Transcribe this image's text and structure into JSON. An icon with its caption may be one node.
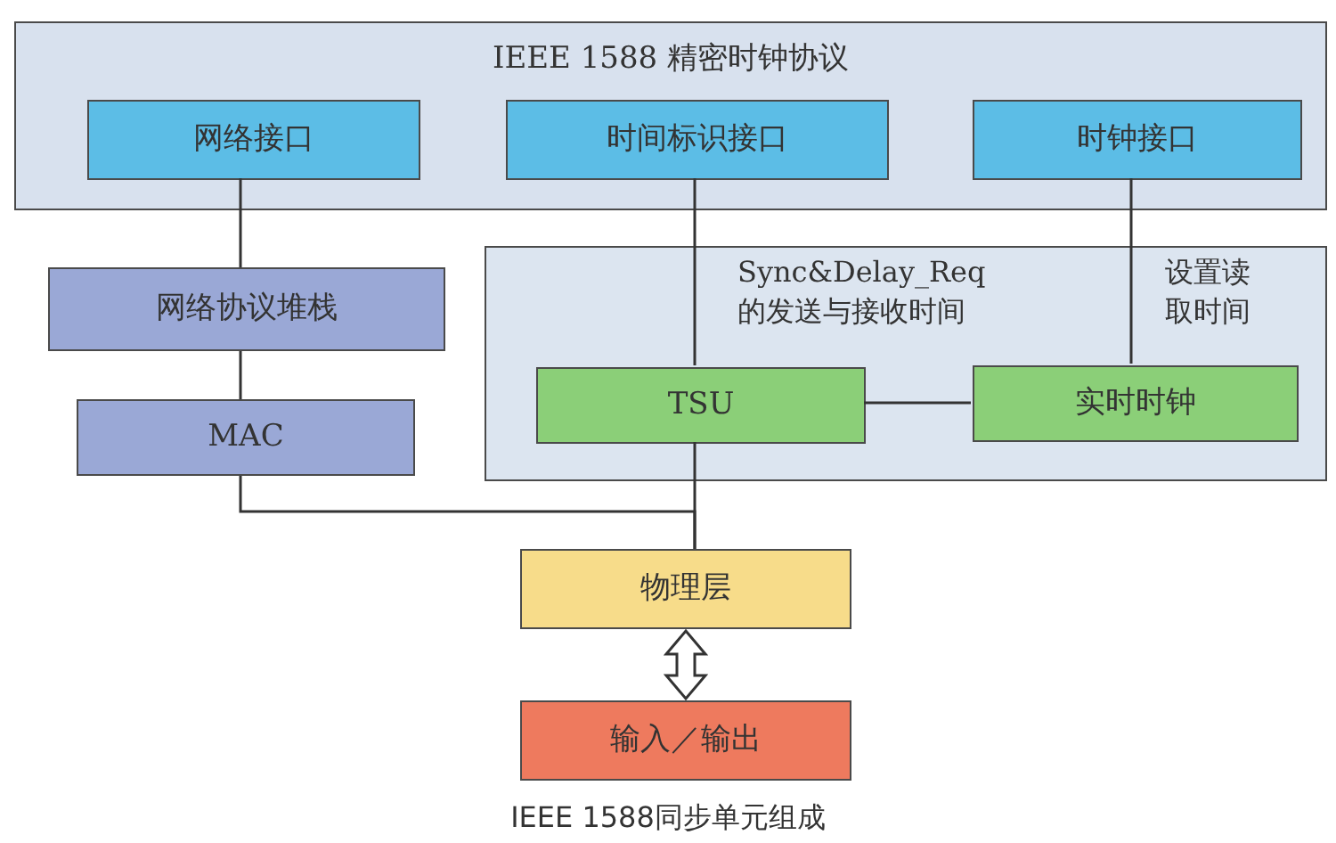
{
  "diagram": {
    "caption": "IEEE 1588同步单元组成",
    "nodes": [
      {
        "text": [
          "IEEE 1588 精密时钟协议"
        ]
      },
      {
        "text": [
          "网络接口"
        ],
        "in": 0
      },
      {
        "text": [
          "时间标识接口"
        ],
        "in": 0
      },
      {
        "text": [
          "时钟接口"
        ],
        "in": 0
      },
      {
        "text": [
          "网络协议堆栈"
        ]
      },
      {
        "text": [
          "MAC"
        ]
      },
      {
        "text": [],
        "shape": "box"
      },
      {
        "text": [
          "TSU"
        ],
        "in": 6
      },
      {
        "text": [
          "实时时钟"
        ],
        "in": 6
      },
      {
        "text": [
          "物理层"
        ]
      },
      {
        "text": [
          "输入／输出"
        ]
      }
    ],
    "edges": [
      {
        "from": 1,
        "to": 4,
        "arrow": "none"
      },
      {
        "from": 4,
        "to": 5,
        "arrow": "none"
      },
      {
        "from": 5,
        "to": 9,
        "arrow": "none"
      },
      {
        "from": 2,
        "to": 7,
        "arrow": "none",
        "label": "Sync&Delay_Req 的发送与接收时间"
      },
      {
        "from": 3,
        "to": 8,
        "arrow": "none",
        "label": "设置读取时间"
      },
      {
        "from": 7,
        "to": 8,
        "arrow": "none"
      },
      {
        "from": 7,
        "to": 9,
        "arrow": "none"
      },
      {
        "from": 9,
        "to": 10,
        "arrow": "both",
        "style": "thick"
      }
    ]
  }
}
